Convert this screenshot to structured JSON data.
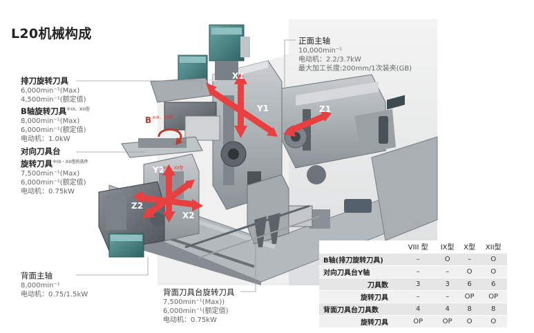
{
  "title": "L20机械构成",
  "callouts": {
    "gang_tool": {
      "heading": "排刀旋转刀具",
      "lines": [
        "6,000min⁻¹(Max)",
        "4,500min⁻¹(额定值)"
      ],
      "sub_heading": "B轴旋转刀具",
      "sub_note": "※IX、XII型",
      "sub_lines": [
        "8,000min⁻¹(Max)",
        "6,000min⁻¹(额定值)",
        "电动机：1.0kW"
      ]
    },
    "opposite": {
      "heading1": "对向刀具台",
      "heading2": "旋转刀具",
      "note": "※IX・XII型的选件",
      "lines": [
        "7,500min⁻¹(Max)",
        "6,000min⁻¹(额定值)",
        "电动机：0.75kW"
      ]
    },
    "back_spindle": {
      "heading": "背面主轴",
      "lines": [
        "8,000min⁻¹",
        "电动机：0.75/1.5kW"
      ]
    },
    "main_spindle": {
      "heading": "正面主轴",
      "lines": [
        "10,000min⁻¹",
        "电动机：2.2/3.7kW",
        "最大加工长度:200mm/1次装夹(GB)"
      ]
    },
    "back_tool": {
      "heading": "背面刀具台旋转刀具",
      "lines": [
        "7,500min⁻¹(Max))",
        "6,000min⁻¹(额定值)",
        "电动机：0.75kW"
      ]
    }
  },
  "axes": {
    "x1": "X1",
    "y1": "Y1",
    "z1": "Z1",
    "x2": "X2",
    "y2": "Y2",
    "z2": "Z2",
    "b": "B",
    "b_note": "※IX、XII型",
    "y2_note": "※IX、XII型"
  },
  "spec_table": {
    "headers": [
      "",
      "VIII 型",
      "IX型",
      "X型",
      "XII型"
    ],
    "rows": [
      {
        "label": "B轴(排刀旋转刀具)",
        "indent": false,
        "values": [
          "–",
          "O",
          "–",
          "O"
        ]
      },
      {
        "label": "对向刀具台Y轴",
        "indent": false,
        "values": [
          "–",
          "–",
          "O",
          "O"
        ]
      },
      {
        "label": "刀具数",
        "indent": true,
        "values": [
          "3",
          "3",
          "6",
          "6"
        ]
      },
      {
        "label": "旋转刀具",
        "indent": true,
        "values": [
          "–",
          "–",
          "OP",
          "OP"
        ]
      },
      {
        "label": "背面刀具台刀具数",
        "indent": false,
        "values": [
          "4",
          "4",
          "8",
          "8"
        ]
      },
      {
        "label": "旋转刀具",
        "indent": true,
        "values": [
          "OP",
          "OP",
          "O",
          "O"
        ]
      }
    ]
  },
  "colors": {
    "arrow_red": "#e84040",
    "machine_gray": "#9aa1a6",
    "motor_teal": "#3f7f80",
    "callout_line": "#999999"
  }
}
